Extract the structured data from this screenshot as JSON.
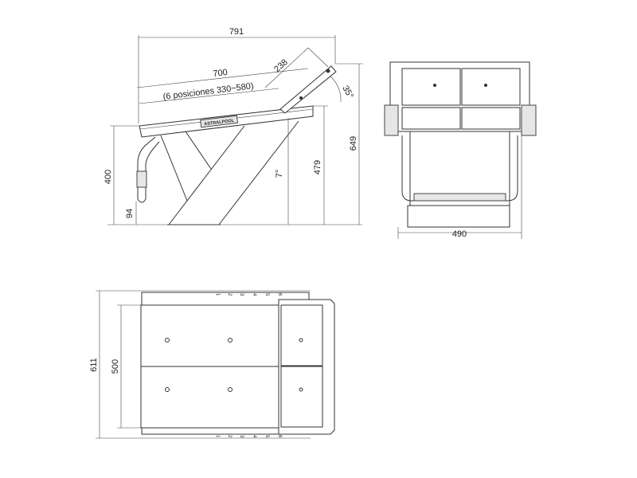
{
  "side_view": {
    "dim_total_length": "791",
    "dim_deck_length": "700",
    "positions_note": "(6 posiciones 330~580)",
    "dim_backrest": "238",
    "angle_backrest": "35°",
    "angle_deck": "7°",
    "dim_deck_height": "479",
    "dim_total_height": "649",
    "dim_handle_height": "400",
    "dim_handle_bottom": "94",
    "brand_label": "ASTRALPOOL"
  },
  "front_view": {
    "dim_width": "490"
  },
  "top_view": {
    "dim_outer_length": "611",
    "dim_inner_length": "500",
    "position_numbers": [
      "1",
      "2",
      "3",
      "4",
      "5",
      "6"
    ]
  }
}
